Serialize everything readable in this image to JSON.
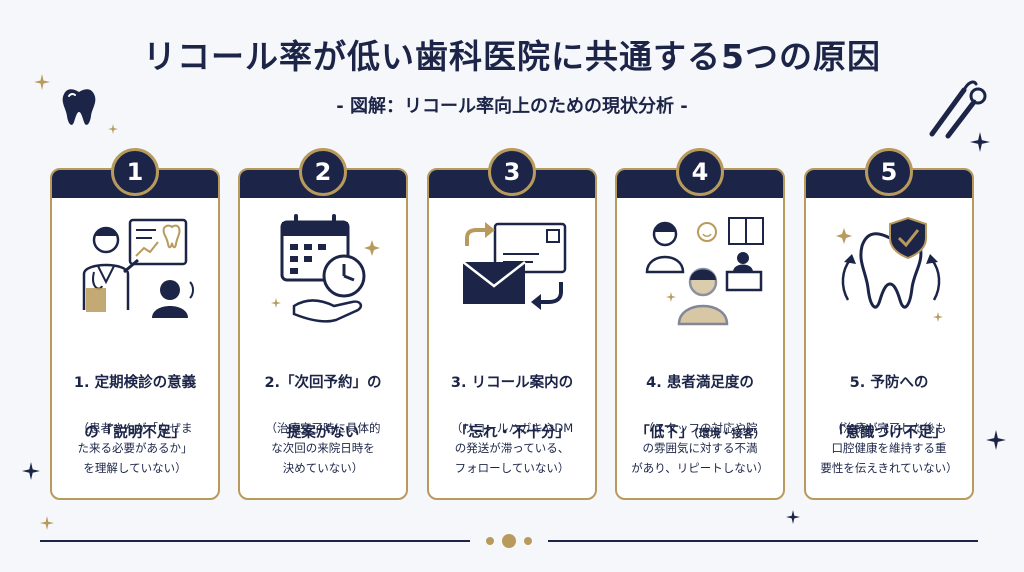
{
  "title": "リコール率が低い歯科医院に共通する5つの原因",
  "subtitle": "- 図解：リコール率向上のための現状分析 -",
  "colors": {
    "navy": "#1c2547",
    "gold": "#b89a5c",
    "background": "#f6f7fa"
  },
  "cards": [
    {
      "number": "1",
      "heading_line1": "1. 定期検診の意義",
      "heading_line2": "の「説明不足」",
      "description": "（患者さんが「なぜま\nた来る必要があるか」\nを理解していない）",
      "icon": "dentist-explaining-icon"
    },
    {
      "number": "2",
      "heading_line1": "2.「次回予約」の",
      "heading_line2": "提案がない",
      "description": "（治療完了時に具体的\nな次回の来院日時を\n決めていない）",
      "icon": "calendar-clock-icon"
    },
    {
      "number": "3",
      "heading_line1": "3. リコール案内の",
      "heading_line2": "「忘れ・不十分」",
      "description": "（リコールハガキやDM\nの発送が滞っている、\nフォローしていない）",
      "icon": "mail-postcard-icon"
    },
    {
      "number": "4",
      "heading_line1": "4. 患者満足度の",
      "heading_line2": "「低下」",
      "heading_small": "（環境・接客）",
      "description": "（スタッフの対応や院\nの雰囲気に対する不満\nがあり、リピートしない）",
      "icon": "staff-patient-icon"
    },
    {
      "number": "5",
      "heading_line1": "5. 予防への",
      "heading_line2": "「意識づけ不足」",
      "description": "（治療が完了した後も\n口腔健康を維持する重\n要性を伝えきれていない）",
      "icon": "tooth-shield-icon"
    }
  ]
}
